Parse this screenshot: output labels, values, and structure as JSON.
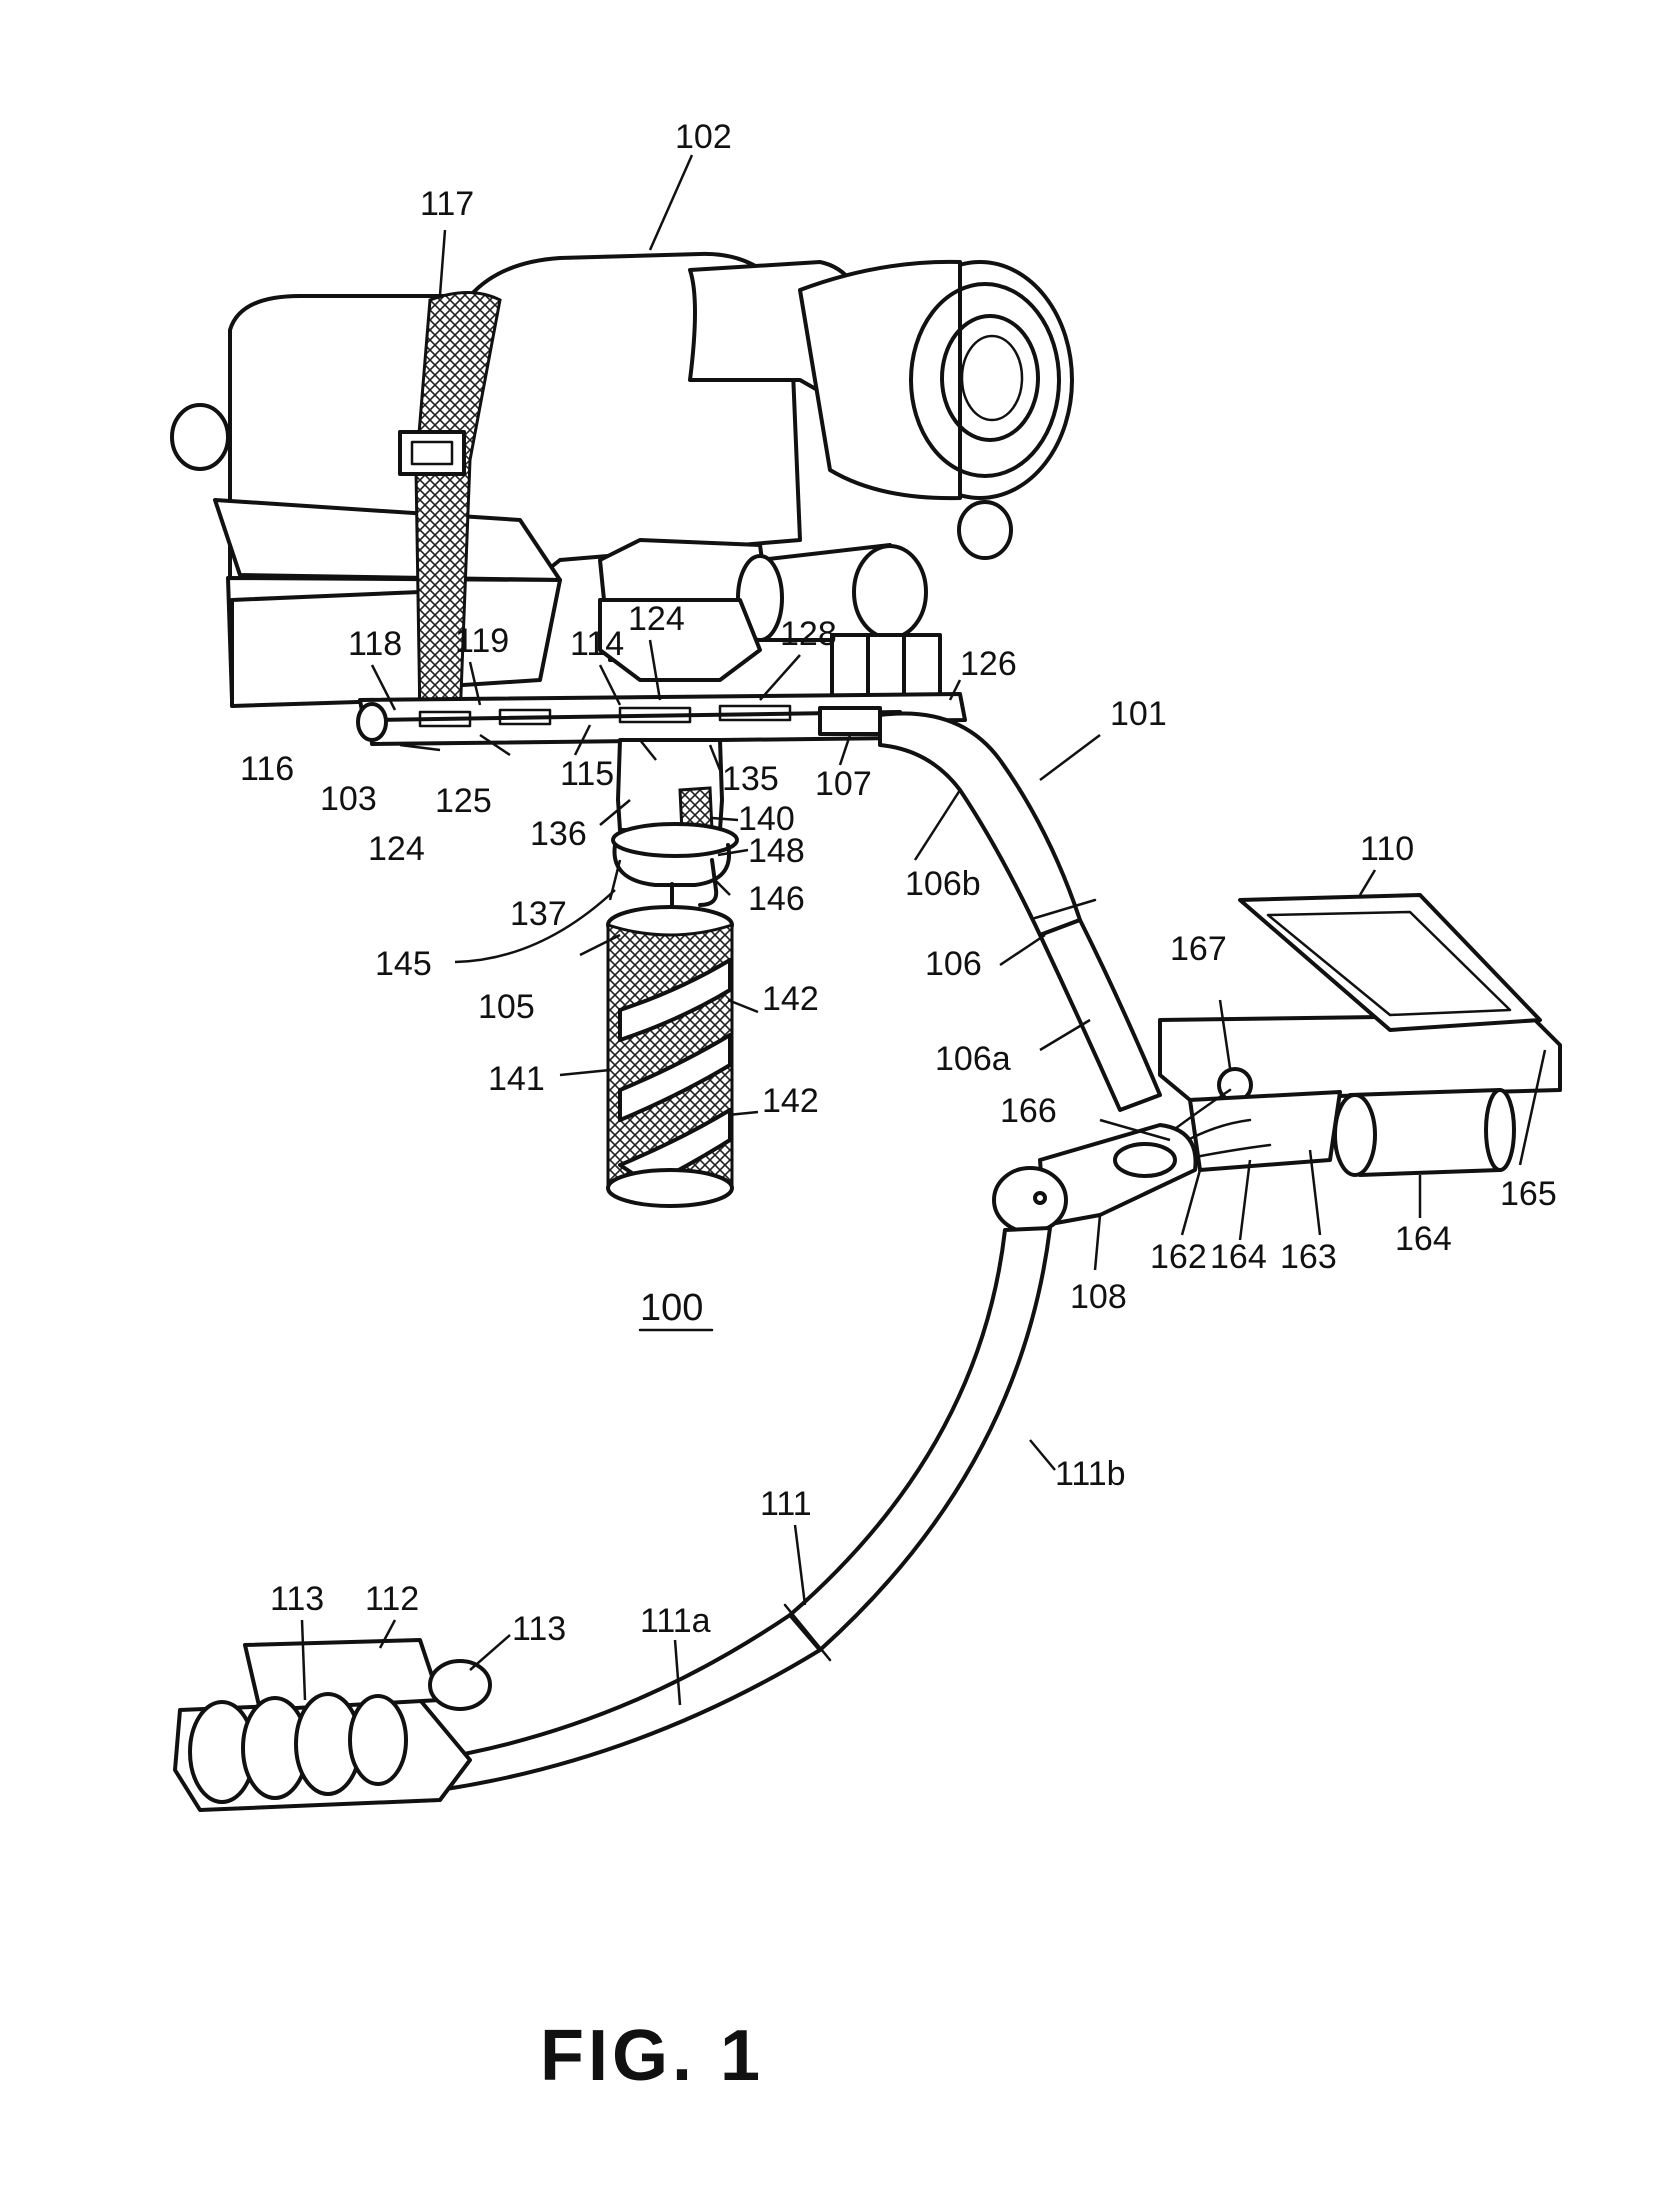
{
  "figure": {
    "caption": "FIG. 1",
    "assembly_ref": "100"
  },
  "labels": [
    {
      "id": "l102",
      "text": "102"
    },
    {
      "id": "l117",
      "text": "117"
    },
    {
      "id": "l101",
      "text": "101"
    },
    {
      "id": "l110",
      "text": "110"
    },
    {
      "id": "l118",
      "text": "118"
    },
    {
      "id": "l119",
      "text": "119"
    },
    {
      "id": "l114",
      "text": "114"
    },
    {
      "id": "l124a",
      "text": "124"
    },
    {
      "id": "l128",
      "text": "128"
    },
    {
      "id": "l126",
      "text": "126"
    },
    {
      "id": "l116",
      "text": "116"
    },
    {
      "id": "l103",
      "text": "103"
    },
    {
      "id": "l124b",
      "text": "124"
    },
    {
      "id": "l125",
      "text": "125"
    },
    {
      "id": "l115",
      "text": "115"
    },
    {
      "id": "l135",
      "text": "135"
    },
    {
      "id": "l107",
      "text": "107"
    },
    {
      "id": "l136",
      "text": "136"
    },
    {
      "id": "l140",
      "text": "140"
    },
    {
      "id": "l148",
      "text": "148"
    },
    {
      "id": "l137",
      "text": "137"
    },
    {
      "id": "l146",
      "text": "146"
    },
    {
      "id": "l145",
      "text": "145"
    },
    {
      "id": "l106b",
      "text": "106b"
    },
    {
      "id": "l105",
      "text": "105"
    },
    {
      "id": "l106",
      "text": "106"
    },
    {
      "id": "l167",
      "text": "167"
    },
    {
      "id": "l142a",
      "text": "142"
    },
    {
      "id": "l141",
      "text": "141"
    },
    {
      "id": "l106a",
      "text": "106a"
    },
    {
      "id": "l142b",
      "text": "142"
    },
    {
      "id": "l166",
      "text": "166"
    },
    {
      "id": "l165",
      "text": "165"
    },
    {
      "id": "l162",
      "text": "162"
    },
    {
      "id": "l164a",
      "text": "164"
    },
    {
      "id": "l163",
      "text": "163"
    },
    {
      "id": "l164b",
      "text": "164"
    },
    {
      "id": "l108",
      "text": "108"
    },
    {
      "id": "l111b",
      "text": "111b"
    },
    {
      "id": "l111",
      "text": "111"
    },
    {
      "id": "l113a",
      "text": "113"
    },
    {
      "id": "l112",
      "text": "112"
    },
    {
      "id": "l113b",
      "text": "113"
    },
    {
      "id": "l111a",
      "text": "111a"
    }
  ]
}
